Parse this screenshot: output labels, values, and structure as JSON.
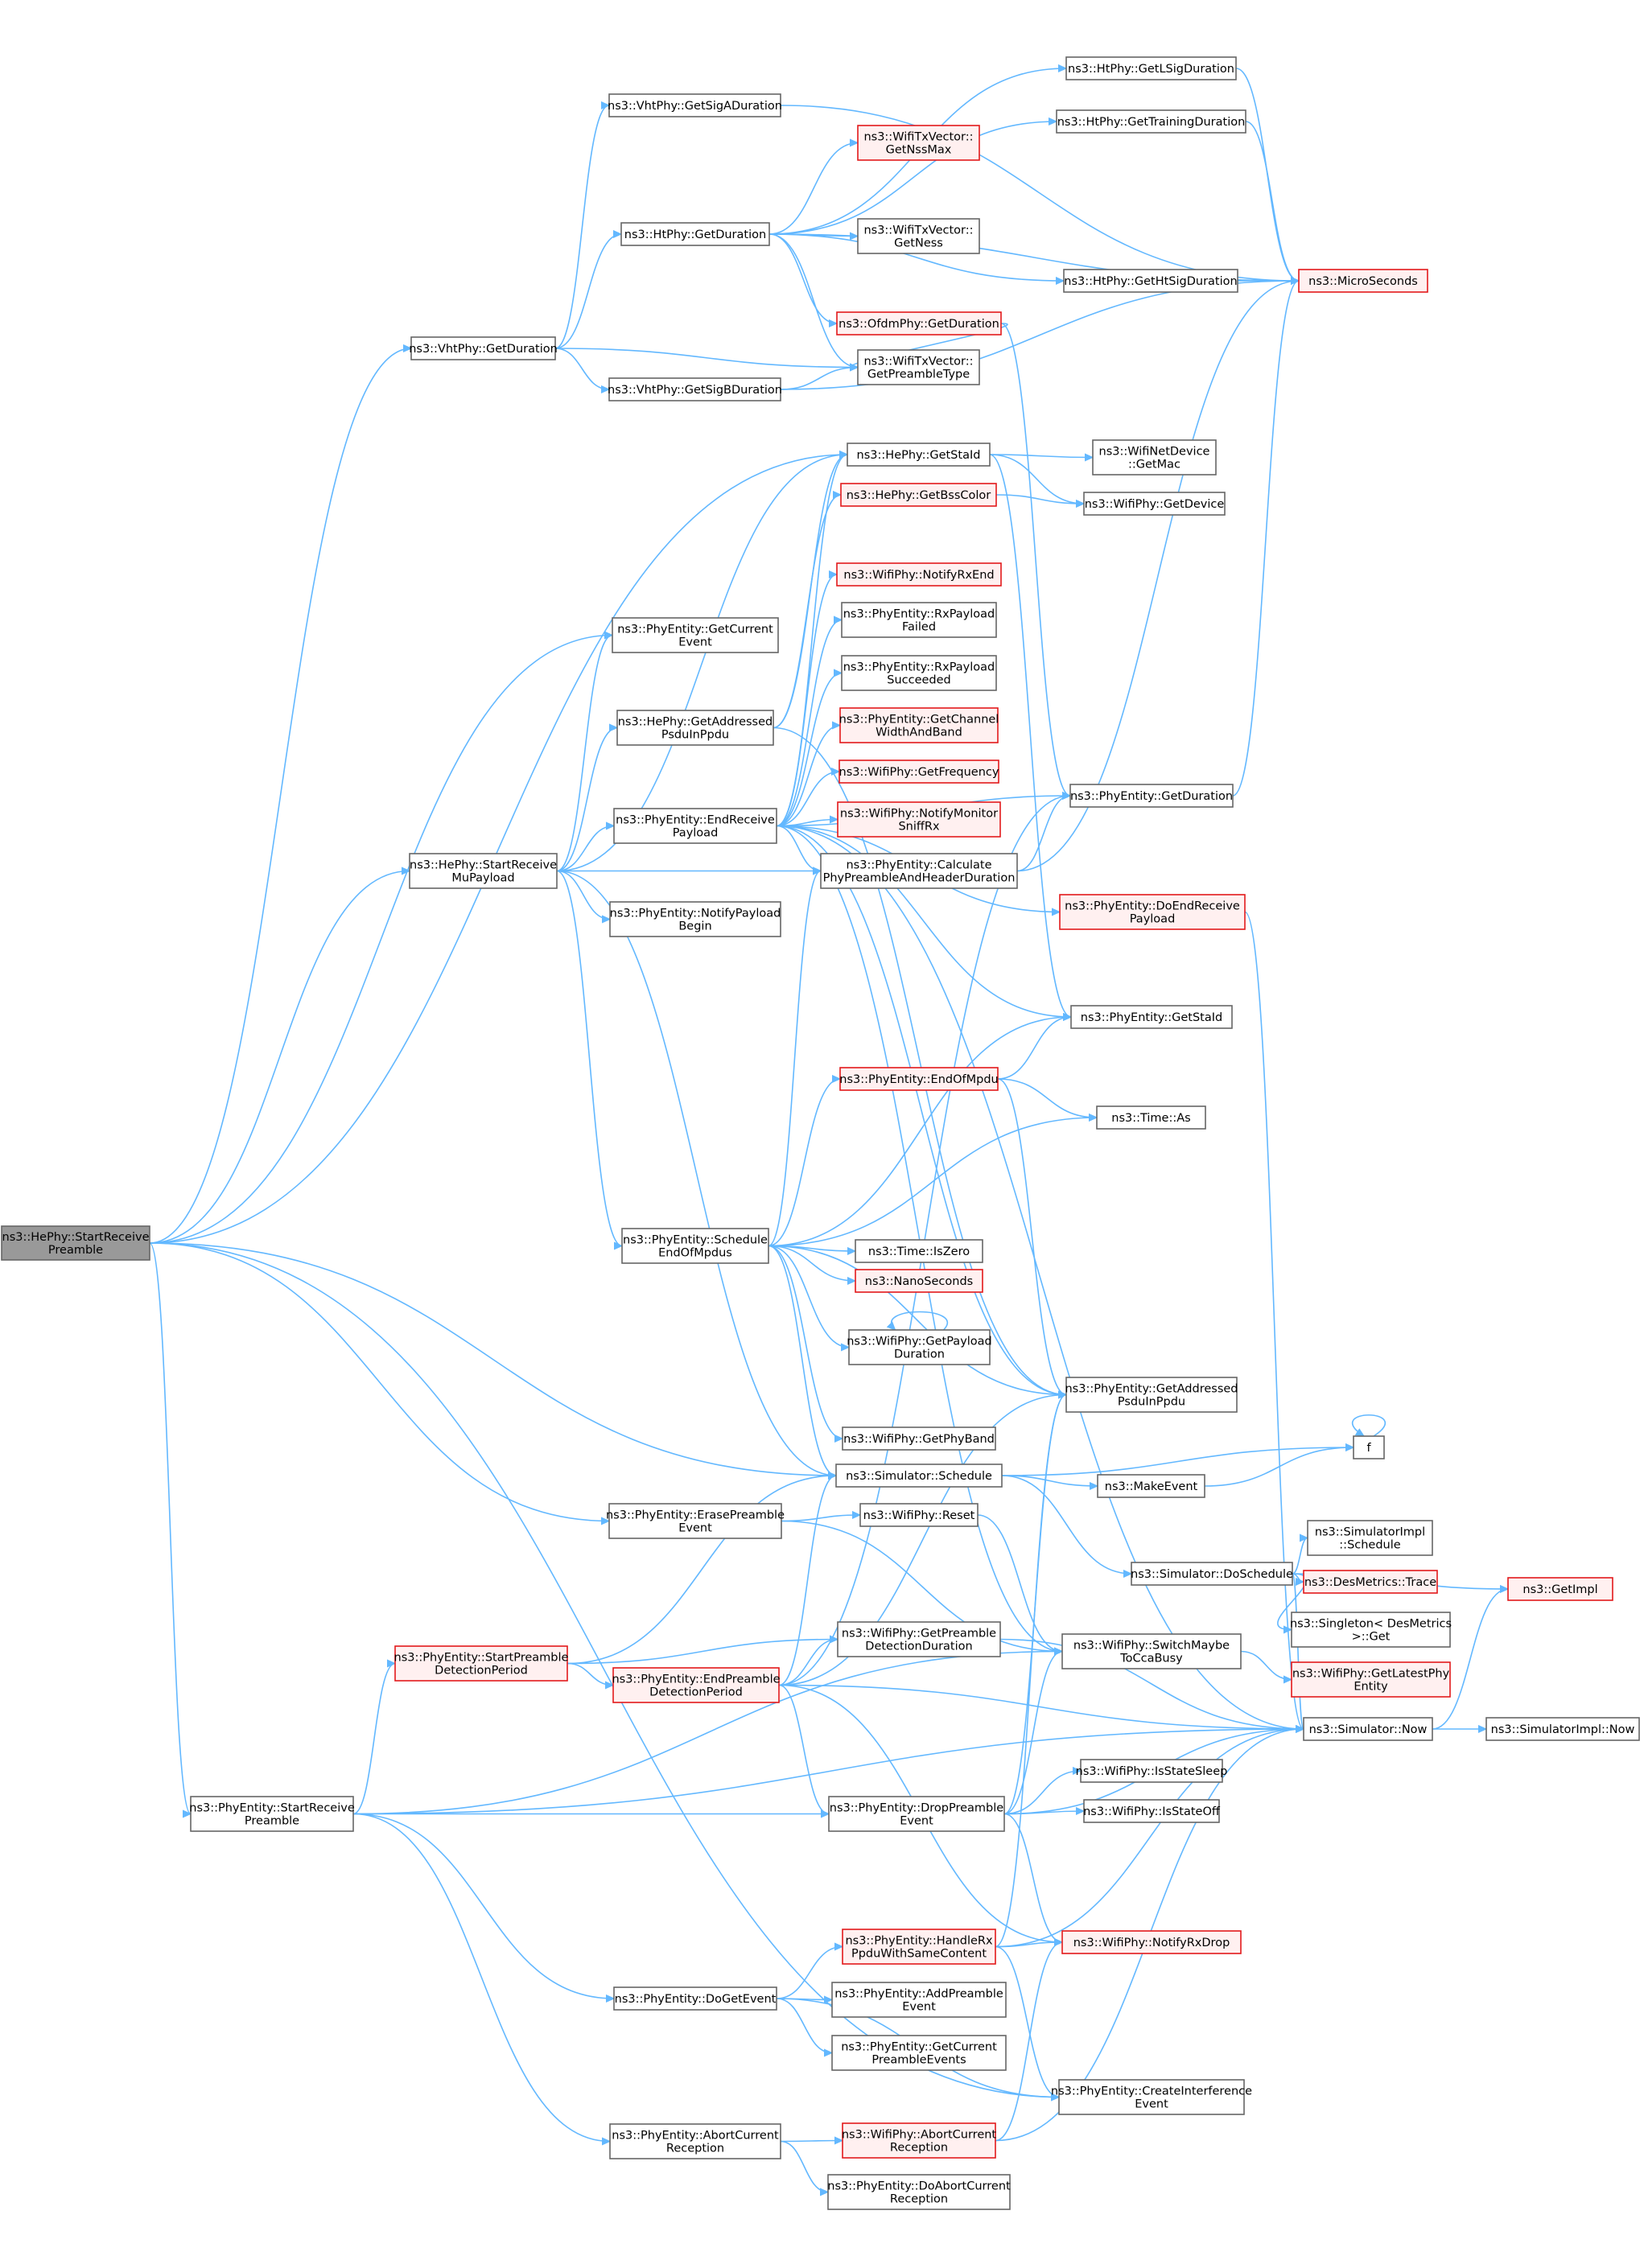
{
  "nodes": {
    "n_hephy_startreceivepreamble": [
      "ns3::HePhy::StartReceive",
      "Preamble"
    ],
    "n_vht_getsigaduration": [
      "ns3::VhtPhy::GetSigADuration"
    ],
    "n_htphy_getlsigduration": [
      "ns3::HtPhy::GetLSigDuration"
    ],
    "n_htphy_gettrainingduration": [
      "ns3::HtPhy::GetTrainingDuration"
    ],
    "n_wifitxvector_getnssmax": [
      "ns3::WifiTxVector::",
      "GetNssMax"
    ],
    "n_htphy_getduration": [
      "ns3::HtPhy::GetDuration"
    ],
    "n_wifitxvector_getness": [
      "ns3::WifiTxVector::",
      "GetNess"
    ],
    "n_htphy_gethtsigduration": [
      "ns3::HtPhy::GetHtSigDuration"
    ],
    "n_microseconds": [
      "ns3::MicroSeconds"
    ],
    "n_ofdmphy_getduration": [
      "ns3::OfdmPhy::GetDuration"
    ],
    "n_vhtphy_getduration": [
      "ns3::VhtPhy::GetDuration"
    ],
    "n_wifitxvector_getpreambletype": [
      "ns3::WifiTxVector::",
      "GetPreambleType"
    ],
    "n_vhtphy_getsigbduration": [
      "ns3::VhtPhy::GetSigBDuration"
    ],
    "n_hephy_getstaid": [
      "ns3::HePhy::GetStaId"
    ],
    "n_wifinetdevice_getmac": [
      "ns3::WifiNetDevice",
      "::GetMac"
    ],
    "n_hephy_getbsscolor": [
      "ns3::HePhy::GetBssColor"
    ],
    "n_wifiphy_getdevice": [
      "ns3::WifiPhy::GetDevice"
    ],
    "n_wifiphy_notifyrxend": [
      "ns3::WifiPhy::NotifyRxEnd"
    ],
    "n_phyentity_getcurrentevent": [
      "ns3::PhyEntity::GetCurrent",
      "Event"
    ],
    "n_phyentity_rxpayloadfailed": [
      "ns3::PhyEntity::RxPayload",
      "Failed"
    ],
    "n_phyentity_rxpayloadsucceeded": [
      "ns3::PhyEntity::RxPayload",
      "Succeeded"
    ],
    "n_hephy_getaddressedpsduinppdu": [
      "ns3::HePhy::GetAddressed",
      "PsduInPpdu"
    ],
    "n_phyentity_getchannelwidthandband": [
      "ns3::PhyEntity::GetChannel",
      "WidthAndBand"
    ],
    "n_wifiphy_getfrequency": [
      "ns3::WifiPhy::GetFrequency"
    ],
    "n_phyentity_getduration": [
      "ns3::PhyEntity::GetDuration"
    ],
    "n_phyentity_endreceivepayload": [
      "ns3::PhyEntity::EndReceive",
      "Payload"
    ],
    "n_wifiphy_notifymonitorsniffrx": [
      "ns3::WifiPhy::NotifyMonitor",
      "SniffRx"
    ],
    "n_hephy_startreceivemupayload": [
      "ns3::HePhy::StartReceive",
      "MuPayload"
    ],
    "n_phyentity_calcpreambleheader": [
      "ns3::PhyEntity::Calculate",
      "PhyPreambleAndHeaderDuration"
    ],
    "n_phyentity_doendreceivepayload": [
      "ns3::PhyEntity::DoEndReceive",
      "Payload"
    ],
    "n_phyentity_notifypayloadbegin": [
      "ns3::PhyEntity::NotifyPayload",
      "Begin"
    ],
    "n_phyentity_getstaid": [
      "ns3::PhyEntity::GetStaId"
    ],
    "n_phyentity_endofmpdu": [
      "ns3::PhyEntity::EndOfMpdu"
    ],
    "n_time_as": [
      "ns3::Time::As"
    ],
    "n_phyentity_scheduleendofmpdus": [
      "ns3::PhyEntity::Schedule",
      "EndOfMpdus"
    ],
    "n_time_iszero": [
      "ns3::Time::IsZero"
    ],
    "n_nanoseconds": [
      "ns3::NanoSeconds"
    ],
    "n_wifiphy_getpayloadduration": [
      "ns3::WifiPhy::GetPayload",
      "Duration"
    ],
    "n_phyentity_getaddressedpsduinppdu": [
      "ns3::PhyEntity::GetAddressed",
      "PsduInPpdu"
    ],
    "n_wifiphy_getphyband": [
      "ns3::WifiPhy::GetPhyBand"
    ],
    "n_f": [
      "f"
    ],
    "n_simulator_schedule": [
      "ns3::Simulator::Schedule"
    ],
    "n_makeevent": [
      "ns3::MakeEvent"
    ],
    "n_phyentity_erasepreambleevent": [
      "ns3::PhyEntity::ErasePreamble",
      "Event"
    ],
    "n_wifiphy_reset": [
      "ns3::WifiPhy::Reset"
    ],
    "n_simulator_doschedule": [
      "ns3::Simulator::DoSchedule"
    ],
    "n_simulatorimpl_schedule": [
      "ns3::SimulatorImpl",
      "::Schedule"
    ],
    "n_getimpl": [
      "ns3::GetImpl"
    ],
    "n_desmetrics_trace": [
      "ns3::DesMetrics::Trace"
    ],
    "n_singleton_get": [
      "ns3::Singleton< DesMetrics",
      ">::Get"
    ],
    "n_wifiphy_getpreambledetectionduration": [
      "ns3::WifiPhy::GetPreamble",
      "DetectionDuration"
    ],
    "n_phyentity_startpreambledetectionperiod": [
      "ns3::PhyEntity::StartPreamble",
      "DetectionPeriod"
    ],
    "n_phyentity_endpreambledetectionperiod": [
      "ns3::PhyEntity::EndPreamble",
      "DetectionPeriod"
    ],
    "n_wifiphy_switchmaybetoccabusy": [
      "ns3::WifiPhy::SwitchMaybe",
      "ToCcaBusy"
    ],
    "n_wifiphy_getlatestphyentity": [
      "ns3::WifiPhy::GetLatestPhy",
      "Entity"
    ],
    "n_simulator_now": [
      "ns3::Simulator::Now"
    ],
    "n_simulatorimpl_now": [
      "ns3::SimulatorImpl::Now"
    ],
    "n_phyentity_startreceivepreamble": [
      "ns3::PhyEntity::StartReceive",
      "Preamble"
    ],
    "n_wifiphy_isstatesleep": [
      "ns3::WifiPhy::IsStateSleep"
    ],
    "n_phyentity_droppreambleevent": [
      "ns3::PhyEntity::DropPreamble",
      "Event"
    ],
    "n_wifiphy_isstateoff": [
      "ns3::WifiPhy::IsStateOff"
    ],
    "n_phyentity_handlerxppdusamecontent": [
      "ns3::PhyEntity::HandleRx",
      "PpduWithSameContent"
    ],
    "n_wifiphy_notifyrxdrop": [
      "ns3::WifiPhy::NotifyRxDrop"
    ],
    "n_phyentity_dogetevent": [
      "ns3::PhyEntity::DoGetEvent"
    ],
    "n_phyentity_addpreambleevent": [
      "ns3::PhyEntity::AddPreamble",
      "Event"
    ],
    "n_phyentity_getcurrentpreambleevents": [
      "ns3::PhyEntity::GetCurrent",
      "PreambleEvents"
    ],
    "n_phyentity_createinterferenceevent": [
      "ns3::PhyEntity::CreateInterference",
      "Event"
    ],
    "n_phyentity_abortcurrentreception": [
      "ns3::PhyEntity::AbortCurrent",
      "Reception"
    ],
    "n_wifiphy_abortcurrentreception": [
      "ns3::WifiPhy::AbortCurrent",
      "Reception"
    ],
    "n_phyentity_doabortcurrentreception": [
      "ns3::PhyEntity::DoAbortCurrent",
      "Reception"
    ]
  },
  "colors": {
    "edge": "#63b8ff",
    "node_border": "#666666",
    "node_fill": "#ffffff",
    "root_fill": "#999999",
    "red_border": "#e31a1c",
    "red_fill": "#fff0f0"
  }
}
